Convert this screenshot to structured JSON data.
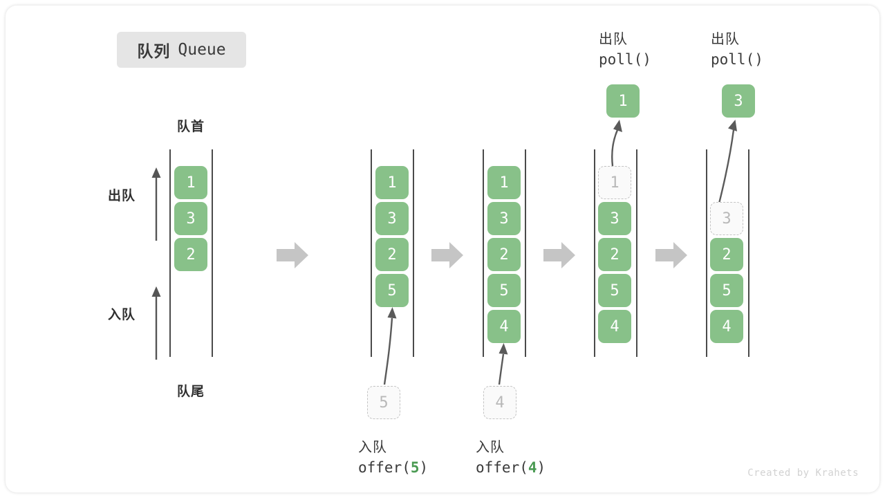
{
  "title": {
    "cn": "队列",
    "en": "Queue"
  },
  "labels": {
    "front": "队首",
    "rear": "队尾",
    "dequeue": "出队",
    "enqueue": "入队"
  },
  "watermark": "Created by Krahets",
  "colors": {
    "element_green": "#88c189",
    "ghost_border": "#c3c3c3",
    "ghost_fill": "#fafafa",
    "rail": "#4a4a4a",
    "arrow_gray": "#c5c5c5",
    "curve_arrow": "#5a5a5a",
    "badge_bg": "#e5e5e5",
    "text_dark": "#3a3a3a",
    "accent_value": "#4a9a52"
  },
  "diagram": {
    "type": "queue-operation-sequence",
    "columns": [
      {
        "id": "initial",
        "elements": [
          "1",
          "3",
          "2"
        ],
        "ghost": null,
        "popped": null,
        "operation_cn": null,
        "operation_code": null
      },
      {
        "id": "after-offer-5",
        "elements": [
          "1",
          "3",
          "2",
          "5"
        ],
        "ghost": null,
        "incoming": "5",
        "popped": null,
        "operation_cn": "入队",
        "operation_code_prefix": "offer(",
        "operation_code_value": "5",
        "operation_code_suffix": ")"
      },
      {
        "id": "after-offer-4",
        "elements": [
          "1",
          "3",
          "2",
          "5",
          "4"
        ],
        "ghost": null,
        "incoming": "4",
        "popped": null,
        "operation_cn": "入队",
        "operation_code_prefix": "offer(",
        "operation_code_value": "4",
        "operation_code_suffix": ")"
      },
      {
        "id": "poll-1",
        "elements": [
          "3",
          "2",
          "5",
          "4"
        ],
        "ghost": "1",
        "ghost_slot": 0,
        "popped": "1",
        "operation_cn": "出队",
        "operation_code": "poll()"
      },
      {
        "id": "poll-3",
        "elements": [
          "2",
          "5",
          "4"
        ],
        "ghost": "3",
        "ghost_slot": 1,
        "popped": "3",
        "operation_cn": "出队",
        "operation_code": "poll()"
      }
    ],
    "step_arrows": 4,
    "step_arrow_glyph": "block-arrow-right"
  }
}
